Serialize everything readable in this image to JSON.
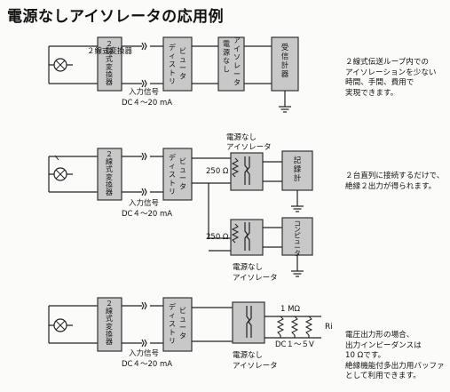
{
  "title": "電源なしアイソレータの応用例",
  "labels": {
    "converter": "２線式変換器",
    "distributor": "ディストリビュータ",
    "isolator_vertical": "電源なしアイソレータ",
    "receiver": "受信計器",
    "recorder": "記録計",
    "computer": "コンピュータ",
    "input_signal": "入力信号",
    "dc_range": "DC４～20 mA",
    "resistor_250": "250 Ω",
    "isolator_name_line1": "電源なし",
    "isolator_name_line2": "アイソレータ",
    "resistor_1m": "1 MΩ",
    "dc_output": "DC１～５V",
    "ri": "Ri"
  },
  "notes": {
    "n1": [
      "２線式伝送ループ内での",
      "アイソレーションを少ない",
      "時間、手間、費用で",
      "実現できます。"
    ],
    "n2": [
      "２台直列に接続するだけで、",
      "絶縁２出力が得られます。"
    ],
    "n3": [
      "電圧出力形の場合、",
      "出力インピーダンスは",
      "10 Ωです。",
      "絶縁機能付多出力用バッファ",
      "として利用できます。"
    ]
  }
}
